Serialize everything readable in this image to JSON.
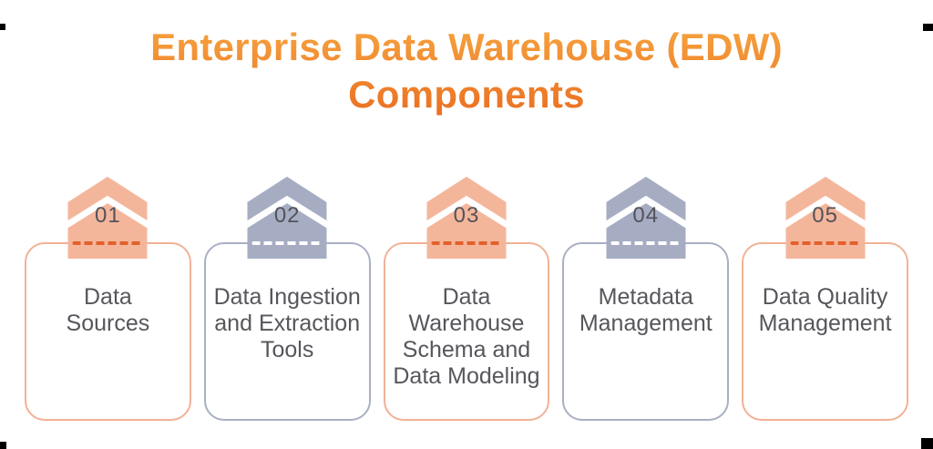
{
  "page": {
    "title": "Enterprise Data Warehouse (EDW)\nComponents"
  },
  "cards": [
    {
      "number": "01",
      "label": "Data\nSources",
      "theme": "salmon"
    },
    {
      "number": "02",
      "label": "Data Ingestion\nand Extraction\nTools",
      "theme": "gray"
    },
    {
      "number": "03",
      "label": "Data\nWarehouse\nSchema and\nData Modeling",
      "theme": "salmon"
    },
    {
      "number": "04",
      "label": "Metadata\nManagement",
      "theme": "gray"
    },
    {
      "number": "05",
      "label": "Data Quality\nManagement",
      "theme": "salmon"
    }
  ],
  "colors": {
    "title_gradient_top": "#F6A43F",
    "title_gradient_bottom": "#EB6E21",
    "salmon_fill": "#F4B69B",
    "salmon_border": "#F2B195",
    "dash_orange": "#E4602B",
    "gray_fill": "#A6ADC3",
    "gray_border": "#A9B0C4",
    "dash_white": "#FFFFFF",
    "label_text": "#56565C",
    "number_text": "#53535B",
    "background": "#FFFFFF"
  }
}
